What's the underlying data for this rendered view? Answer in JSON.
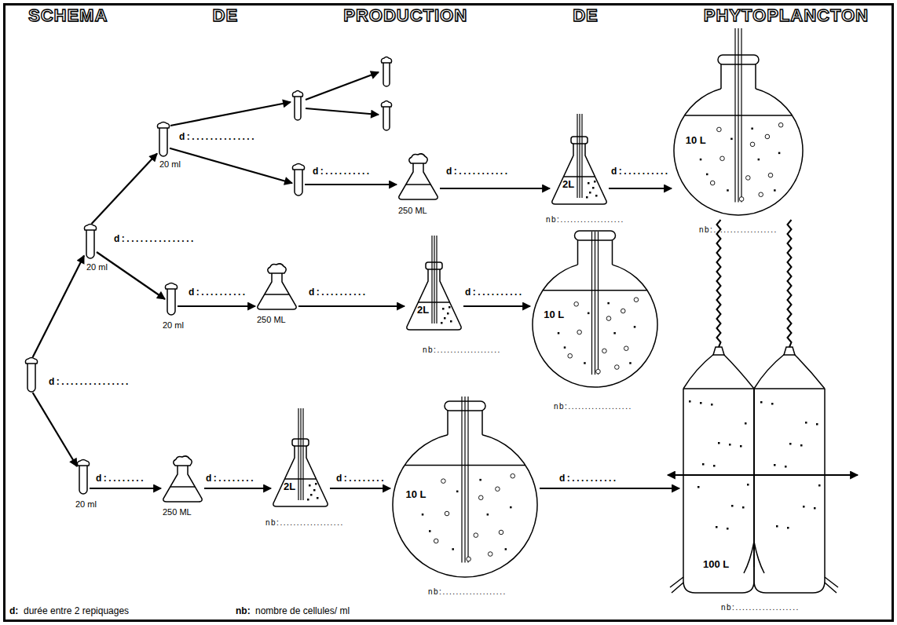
{
  "diagram": {
    "title": "SCHEMA DE PRODUCTION DE PHYTOPLANCTON",
    "nodes": [
      {
        "text": [
          "d:..............."
        ]
      },
      {
        "text": [
          "20 ml",
          "d:..............."
        ]
      },
      {
        "text": [
          "20 ml",
          "d:.............."
        ]
      },
      {
        "text": [
          "d:.........."
        ]
      },
      {
        "text": [
          "250 ML",
          "d:..........."
        ]
      },
      {
        "text": [
          "2L",
          "d:..........",
          "nb:..................."
        ]
      },
      {
        "text": [
          "10 L",
          "nb:..................."
        ]
      },
      {
        "text": [
          "20 ml",
          "d:.........."
        ]
      },
      {
        "text": [
          "250 ML",
          "d:.........."
        ]
      },
      {
        "text": [
          "2L",
          "d:..........",
          "nb:..................."
        ]
      },
      {
        "text": [
          "10 L",
          "nb:..................."
        ]
      },
      {
        "text": [
          "20 ml",
          "d:........"
        ]
      },
      {
        "text": [
          "250 ML",
          "d:........"
        ]
      },
      {
        "text": [
          "2L",
          "d:........",
          "nb:..................."
        ]
      },
      {
        "text": [
          "10 L",
          "d:..........",
          "nb:..................."
        ]
      },
      {
        "text": [
          "100 L",
          "nb:..................."
        ]
      }
    ],
    "edges": [
      {
        "from": 0,
        "to": 1,
        "arrow": "to"
      },
      {
        "from": 0,
        "to": 11,
        "arrow": "to"
      },
      {
        "from": 1,
        "to": 2,
        "arrow": "to"
      },
      {
        "from": 1,
        "to": 7,
        "arrow": "to"
      },
      {
        "from": 2,
        "to": 3,
        "arrow": "to"
      },
      {
        "from": 3,
        "to": 4,
        "arrow": "to"
      },
      {
        "from": 4,
        "to": 5,
        "arrow": "to"
      },
      {
        "from": 5,
        "to": 6,
        "arrow": "to"
      },
      {
        "from": 7,
        "to": 8,
        "arrow": "to"
      },
      {
        "from": 8,
        "to": 9,
        "arrow": "to"
      },
      {
        "from": 9,
        "to": 10,
        "arrow": "to"
      },
      {
        "from": 11,
        "to": 12,
        "arrow": "to"
      },
      {
        "from": 12,
        "to": 13,
        "arrow": "to"
      },
      {
        "from": 13,
        "to": 14,
        "arrow": "to"
      },
      {
        "from": 14,
        "to": 15,
        "arrow": "to"
      }
    ],
    "labels": [
      "d:",
      "durée entre 2 repiquages",
      "nb:",
      "nombre de cellules/ ml"
    ]
  }
}
